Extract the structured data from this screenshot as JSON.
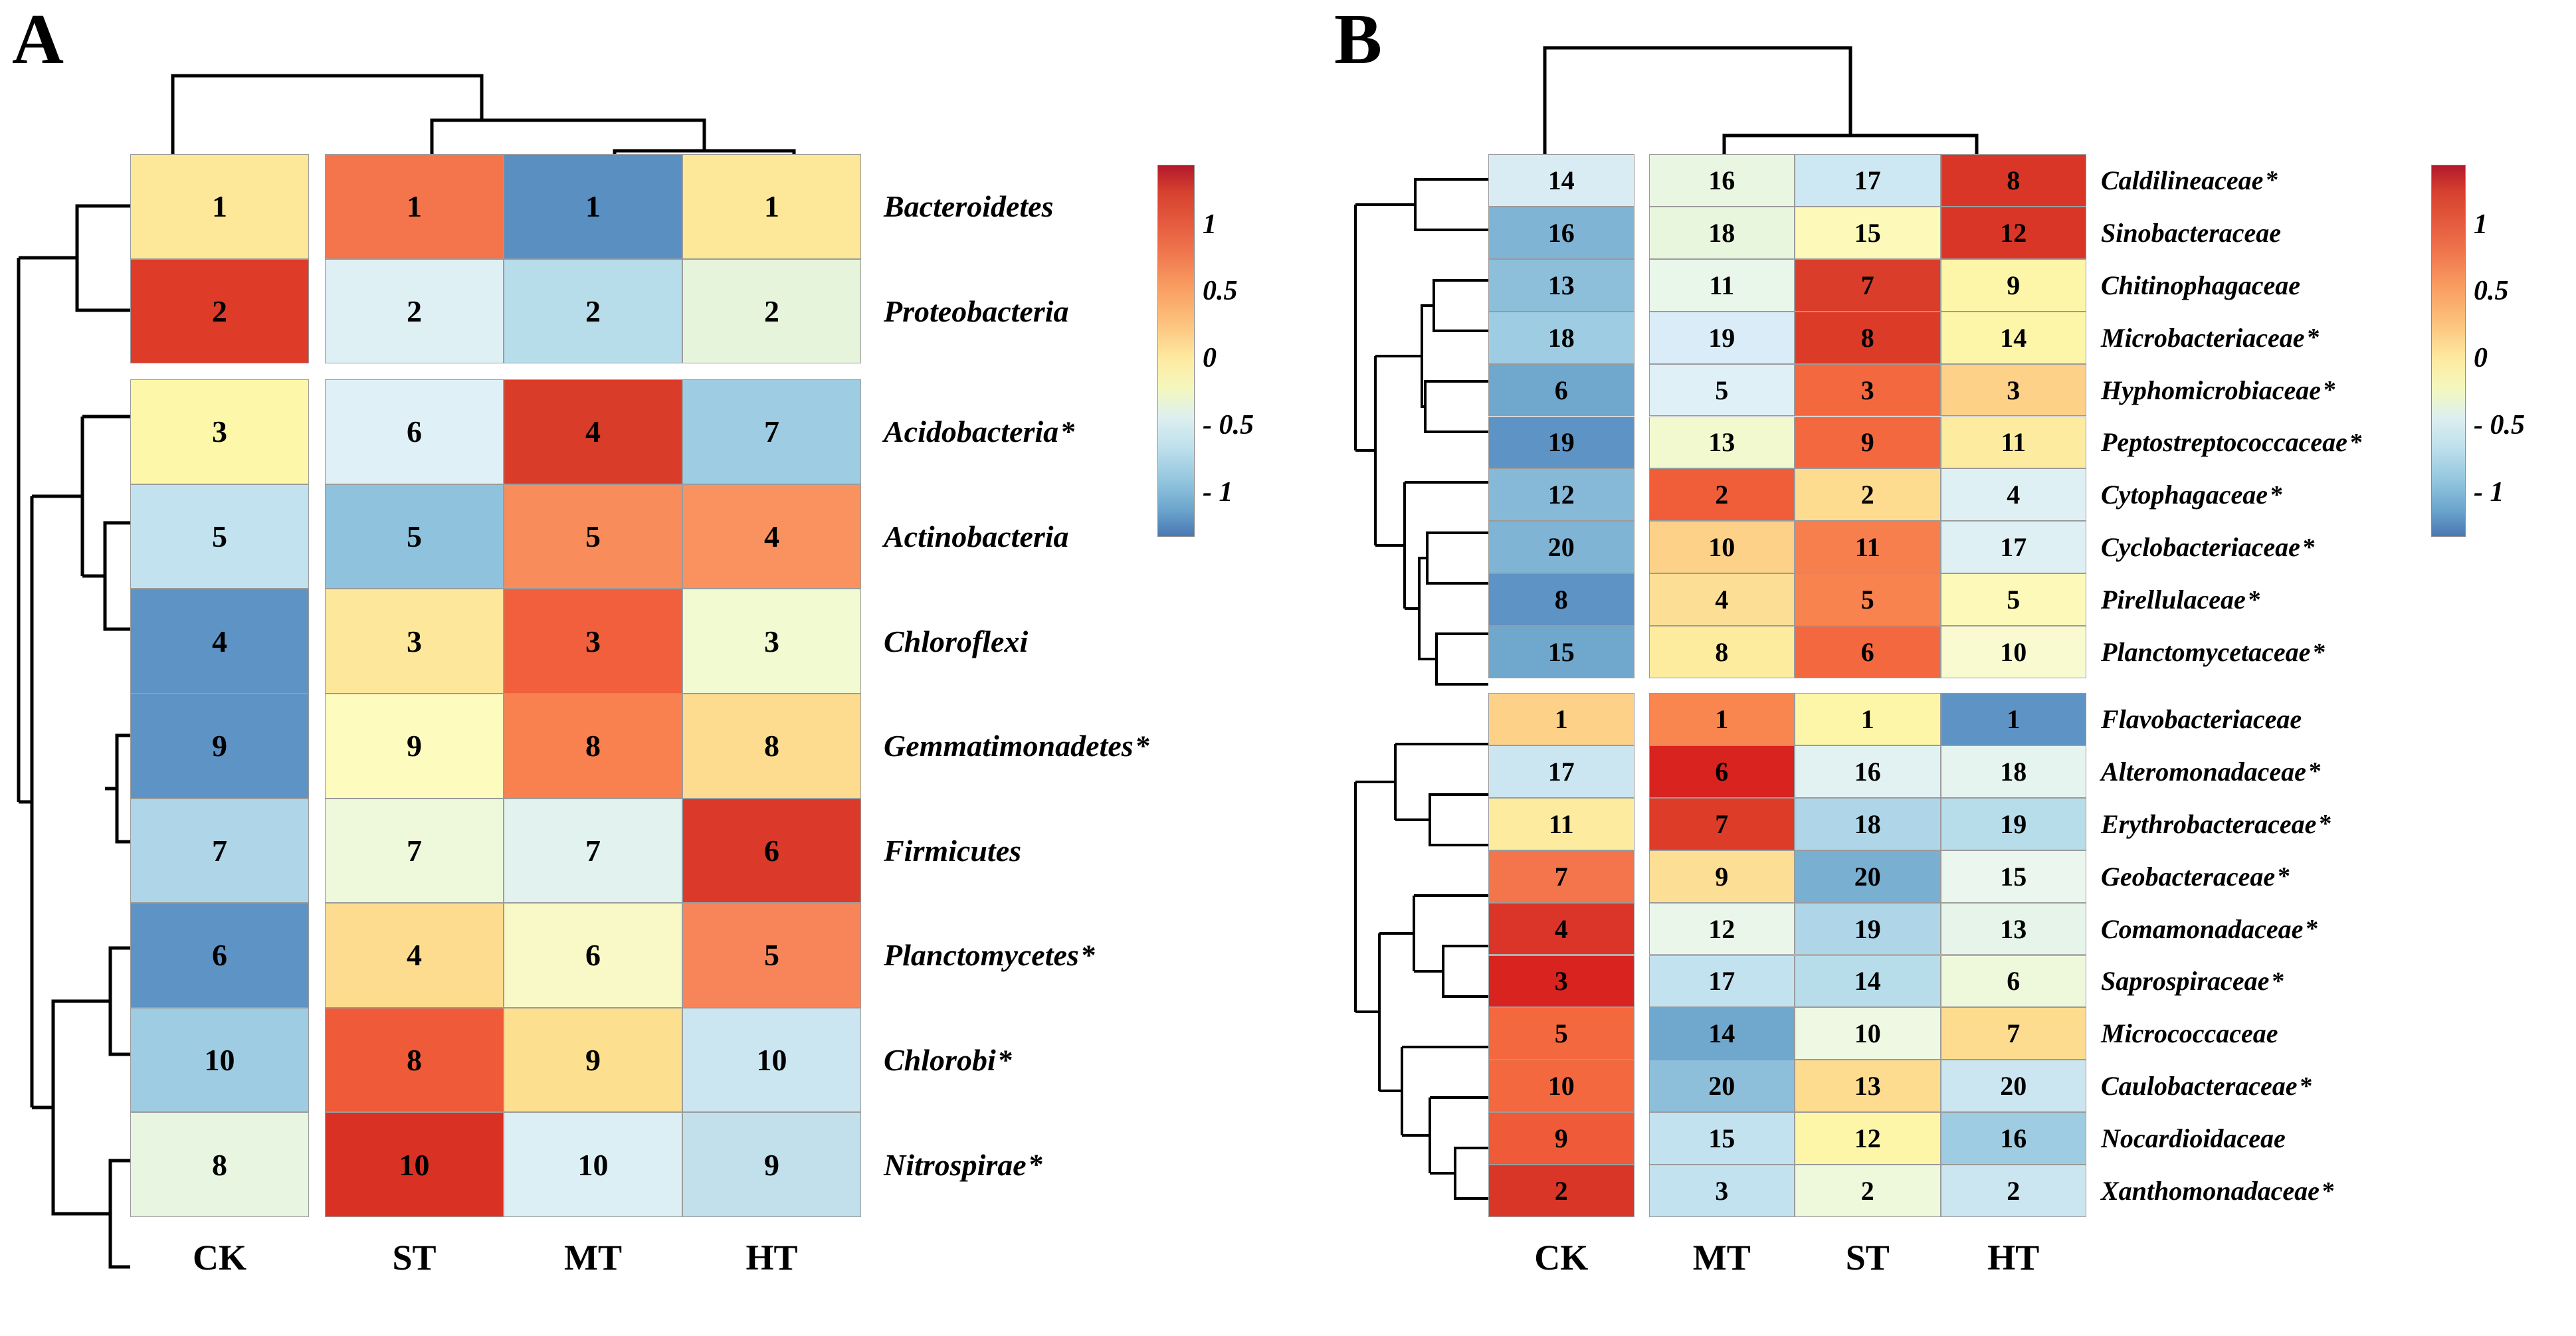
{
  "panels": [
    {
      "letter": "A",
      "columns": [
        "CK",
        "ST",
        "MT",
        "HT"
      ],
      "colorbar": {
        "ticks": [
          "1",
          "0.5",
          "0",
          "- 0.5",
          "- 1"
        ]
      },
      "rows": [
        {
          "label": "Bacteroidetes",
          "star": false,
          "values": [
            "1",
            "1",
            "1",
            "1"
          ],
          "colors": [
            "#fde89a",
            "#f4754c",
            "#5a8fc2",
            "#fde89a"
          ]
        },
        {
          "label": "Proteobacteria",
          "star": false,
          "values": [
            "2",
            "2",
            "2",
            "2"
          ],
          "colors": [
            "#de3b28",
            "#dff0f4",
            "#b7dcea",
            "#e7f4dc"
          ]
        },
        {
          "label": "Acidobacteria",
          "star": true,
          "values": [
            "3",
            "6",
            "4",
            "7"
          ],
          "colors": [
            "#fdf8a9",
            "#dff0f6",
            "#d93c28",
            "#9ecce2"
          ]
        },
        {
          "label": "Actinobacteria",
          "star": false,
          "values": [
            "5",
            "5",
            "5",
            "4"
          ],
          "colors": [
            "#c3e2ef",
            "#8fc3dd",
            "#f98c5b",
            "#f9925f"
          ]
        },
        {
          "label": "Chloroflexi",
          "star": false,
          "values": [
            "4",
            "3",
            "3",
            "3"
          ],
          "colors": [
            "#5e93c5",
            "#fde79a",
            "#f15f3c",
            "#f2fad2"
          ]
        },
        {
          "label": "Gemmatimonadetes",
          "star": true,
          "values": [
            "9",
            "9",
            "8",
            "8"
          ],
          "colors": [
            "#5e93c5",
            "#fdfbbe",
            "#f9804f",
            "#fddc90"
          ]
        },
        {
          "label": "Firmicutes",
          "star": false,
          "values": [
            "7",
            "7",
            "7",
            "6"
          ],
          "colors": [
            "#aed5e8",
            "#eef8da",
            "#e2f2ef",
            "#db392a"
          ]
        },
        {
          "label": "Planctomycetes",
          "star": true,
          "values": [
            "6",
            "4",
            "6",
            "5"
          ],
          "colors": [
            "#5e93c5",
            "#fddc90",
            "#f8f9c6",
            "#f8855a"
          ]
        },
        {
          "label": "Chlorobi",
          "star": true,
          "values": [
            "10",
            "8",
            "9",
            "10"
          ],
          "colors": [
            "#9ecce2",
            "#ef5a38",
            "#fde08f",
            "#cbe6f1"
          ]
        },
        {
          "label": "Nitrospirae",
          "star": true,
          "values": [
            "8",
            "10",
            "10",
            "9"
          ],
          "colors": [
            "#e8f5e1",
            "#d93225",
            "#dbeff4",
            "#c1e0ec"
          ]
        }
      ],
      "top_dendrogram": "((MT,HT),ST),CK",
      "left_dendrogram": "clustered"
    },
    {
      "letter": "B",
      "columns": [
        "CK",
        "MT",
        "ST",
        "HT"
      ],
      "colorbar": {
        "ticks": [
          "1",
          "0.5",
          "0",
          "- 0.5",
          "- 1"
        ]
      },
      "rows": [
        {
          "label": "Caldilineaceae",
          "star": true,
          "values": [
            "14",
            "16",
            "17",
            "8"
          ],
          "colors": [
            "#d9ecf4",
            "#e9f6e2",
            "#cde8f2",
            "#da3628"
          ]
        },
        {
          "label": "Sinobacteraceae",
          "star": false,
          "values": [
            "16",
            "18",
            "15",
            "12"
          ],
          "colors": [
            "#7fb4d5",
            "#e9f6de",
            "#fdfab9",
            "#da3628"
          ]
        },
        {
          "label": "Chitinophagaceae",
          "star": false,
          "values": [
            "13",
            "11",
            "7",
            "9"
          ],
          "colors": [
            "#8dbfdb",
            "#e9f6ea",
            "#db3d2b",
            "#fdf6a8"
          ]
        },
        {
          "label": "Microbacteriaceae",
          "star": true,
          "values": [
            "18",
            "19",
            "8",
            "14"
          ],
          "colors": [
            "#9ecce2",
            "#d9ecf7",
            "#dc3b28",
            "#fdf6a8"
          ]
        },
        {
          "label": "Hyphomicrobiaceae",
          "star": true,
          "values": [
            "6",
            "5",
            "3",
            "3"
          ],
          "colors": [
            "#6fa7cd",
            "#dff0f7",
            "#f4683f",
            "#fdd188"
          ]
        },
        {
          "label": "Peptostreptococcaceae",
          "star": true,
          "values": [
            "19",
            "13",
            "9",
            "11"
          ],
          "colors": [
            "#5e93c5",
            "#f2f9cf",
            "#f4683f",
            "#fdeca0"
          ]
        },
        {
          "label": "Cytophagaceae",
          "star": true,
          "values": [
            "12",
            "2",
            "2",
            "4"
          ],
          "colors": [
            "#86b8d8",
            "#f05e39",
            "#fddc90",
            "#dff0f4"
          ]
        },
        {
          "label": "Cyclobacteriaceae",
          "star": true,
          "values": [
            "20",
            "10",
            "11",
            "17"
          ],
          "colors": [
            "#7fb4d5",
            "#fdd188",
            "#f77f4d",
            "#dff0f4"
          ]
        },
        {
          "label": "Pirellulaceae",
          "star": true,
          "values": [
            "8",
            "4",
            "5",
            "5"
          ],
          "colors": [
            "#5e93c5",
            "#fdde95",
            "#f8834f",
            "#fdfab9"
          ]
        },
        {
          "label": "Planctomycetaceae",
          "star": true,
          "values": [
            "15",
            "8",
            "6",
            "10"
          ],
          "colors": [
            "#6fa7cd",
            "#fdec9e",
            "#f4683f",
            "#f9fad0"
          ]
        },
        {
          "label": "Flavobacteriaceae",
          "star": false,
          "values": [
            "1",
            "1",
            "1",
            "1"
          ],
          "colors": [
            "#fdd188",
            "#f9854f",
            "#fdf6a8",
            "#5e93c5"
          ]
        },
        {
          "label": "Alteromonadaceae",
          "star": true,
          "values": [
            "17",
            "6",
            "16",
            "18"
          ],
          "colors": [
            "#cbe6f1",
            "#d8231f",
            "#e2f2f2",
            "#e6f4ef"
          ]
        },
        {
          "label": "Erythrobacteraceae",
          "star": true,
          "values": [
            "11",
            "7",
            "18",
            "19"
          ],
          "colors": [
            "#fdeca0",
            "#dd3c29",
            "#afd6e8",
            "#b7dcea"
          ]
        },
        {
          "label": "Geobacteraceae",
          "star": true,
          "values": [
            "7",
            "9",
            "20",
            "15"
          ],
          "colors": [
            "#f4754c",
            "#fdde95",
            "#79afd1",
            "#eaf6ee"
          ]
        },
        {
          "label": "Comamonadaceae",
          "star": true,
          "values": [
            "4",
            "12",
            "19",
            "13"
          ],
          "colors": [
            "#db3429",
            "#eaf6ea",
            "#aed5e8",
            "#e6f4ea"
          ]
        },
        {
          "label": "Saprospiraceae",
          "star": true,
          "values": [
            "3",
            "17",
            "14",
            "6"
          ],
          "colors": [
            "#d8231f",
            "#c3e2ef",
            "#b7dcea",
            "#eef8da"
          ]
        },
        {
          "label": "Micrococcaceae",
          "star": false,
          "values": [
            "5",
            "14",
            "10",
            "7"
          ],
          "colors": [
            "#f4683f",
            "#6fa7cd",
            "#eef8e2",
            "#fddc90"
          ]
        },
        {
          "label": "Caulobacteraceae",
          "star": true,
          "values": [
            "10",
            "20",
            "13",
            "20"
          ],
          "colors": [
            "#f4683f",
            "#8dbfdb",
            "#fddc90",
            "#cbe6f1"
          ]
        },
        {
          "label": "Nocardioidaceae",
          "star": false,
          "values": [
            "9",
            "15",
            "12",
            "16"
          ],
          "colors": [
            "#ef5a38",
            "#c3e2ef",
            "#fdf6a8",
            "#9ecce2"
          ]
        },
        {
          "label": "Xanthomonadaceae",
          "star": true,
          "values": [
            "2",
            "3",
            "2",
            "2"
          ],
          "colors": [
            "#da3628",
            "#c3e2ef",
            "#eef8da",
            "#cbe6f1"
          ]
        }
      ],
      "top_dendrogram": "((ST,HT),MT),CK",
      "left_dendrogram": "clustered"
    }
  ],
  "chart_data": {
    "type": "heatmap",
    "title": "",
    "colormap": "RdYlBu reversed",
    "zlim": [
      -1,
      1
    ],
    "colorbar_ticks": [
      1,
      0.5,
      0,
      -0.5,
      -1
    ],
    "panels": [
      {
        "id": "A",
        "level": "phylum",
        "columns": [
          "CK",
          "ST",
          "MT",
          "HT"
        ],
        "rows": [
          "Bacteroidetes",
          "Proteobacteria",
          "Acidobacteria",
          "Actinobacteria",
          "Chloroflexi",
          "Gemmatimonadetes",
          "Firmicutes",
          "Planctomycetes",
          "Chlorobi",
          "Nitrospirae"
        ],
        "significant_rows": [
          "Acidobacteria",
          "Gemmatimonadetes",
          "Planctomycetes",
          "Chlorobi",
          "Nitrospirae"
        ],
        "cell_rank_labels": [
          [
            1,
            1,
            1,
            1
          ],
          [
            2,
            2,
            2,
            2
          ],
          [
            3,
            6,
            4,
            7
          ],
          [
            5,
            5,
            5,
            4
          ],
          [
            4,
            3,
            3,
            3
          ],
          [
            9,
            9,
            8,
            8
          ],
          [
            7,
            7,
            7,
            6
          ],
          [
            6,
            4,
            6,
            5
          ],
          [
            10,
            8,
            9,
            10
          ],
          [
            8,
            10,
            10,
            9
          ]
        ],
        "z_values_estimated": [
          [
            0.15,
            0.75,
            -0.85,
            0.15
          ],
          [
            1.0,
            -0.25,
            -0.55,
            -0.15
          ],
          [
            0.1,
            -0.3,
            1.0,
            -0.7
          ],
          [
            -0.6,
            -0.8,
            0.65,
            0.65
          ],
          [
            -0.9,
            0.2,
            0.95,
            -0.05
          ],
          [
            -0.9,
            0.0,
            0.7,
            0.35
          ],
          [
            -0.7,
            -0.1,
            -0.2,
            1.0
          ],
          [
            -0.9,
            0.35,
            0.05,
            0.7
          ],
          [
            -0.7,
            0.9,
            0.3,
            -0.6
          ],
          [
            -0.2,
            1.0,
            -0.3,
            -0.6
          ]
        ],
        "top_dendrogram_newick": "(CK,(ST,(MT,HT)));",
        "left_dendrogram_newick": "((Bacteroidetes,Proteobacteria),((Acidobacteria,(Actinobacteria,(Chloroflexi,Gemmatimonadetes))),((Firmicutes,Planctomycetes),(Chlorobi,Nitrospirae))));"
      },
      {
        "id": "B",
        "level": "family",
        "columns": [
          "CK",
          "MT",
          "ST",
          "HT"
        ],
        "rows": [
          "Caldilineaceae",
          "Sinobacteraceae",
          "Chitinophagaceae",
          "Microbacteriaceae",
          "Hyphomicrobiaceae",
          "Peptostreptococcaceae",
          "Cytophagaceae",
          "Cyclobacteriaceae",
          "Pirellulaceae",
          "Planctomycetaceae",
          "Flavobacteriaceae",
          "Alteromonadaceae",
          "Erythrobacteraceae",
          "Geobacteraceae",
          "Comamonadaceae",
          "Saprospiraceae",
          "Micrococcaceae",
          "Caulobacteraceae",
          "Nocardioidaceae",
          "Xanthomonadaceae"
        ],
        "significant_rows": [
          "Caldilineaceae",
          "Microbacteriaceae",
          "Hyphomicrobiaceae",
          "Peptostreptococcaceae",
          "Cytophagaceae",
          "Cyclobacteriaceae",
          "Pirellulaceae",
          "Planctomycetaceae",
          "Alteromonadaceae",
          "Erythrobacteraceae",
          "Geobacteraceae",
          "Comamonadaceae",
          "Saprospiraceae",
          "Caulobacteraceae",
          "Xanthomonadaceae"
        ],
        "cell_rank_labels": [
          [
            14,
            16,
            17,
            8
          ],
          [
            16,
            18,
            15,
            12
          ],
          [
            13,
            11,
            7,
            9
          ],
          [
            18,
            19,
            8,
            14
          ],
          [
            6,
            5,
            3,
            3
          ],
          [
            19,
            13,
            9,
            11
          ],
          [
            12,
            2,
            2,
            4
          ],
          [
            20,
            10,
            11,
            17
          ],
          [
            8,
            4,
            5,
            5
          ],
          [
            15,
            8,
            6,
            10
          ],
          [
            1,
            1,
            1,
            1
          ],
          [
            17,
            6,
            16,
            18
          ],
          [
            11,
            7,
            18,
            19
          ],
          [
            7,
            9,
            20,
            15
          ],
          [
            4,
            12,
            19,
            13
          ],
          [
            3,
            17,
            14,
            6
          ],
          [
            5,
            14,
            10,
            7
          ],
          [
            10,
            20,
            13,
            20
          ],
          [
            9,
            15,
            12,
            16
          ],
          [
            2,
            3,
            2,
            2
          ]
        ],
        "z_values_estimated": [
          [
            -0.5,
            -0.1,
            -0.6,
            0.95
          ],
          [
            -0.75,
            -0.1,
            0.1,
            0.95
          ],
          [
            -0.7,
            -0.05,
            0.9,
            0.2
          ],
          [
            -0.65,
            -0.5,
            0.9,
            0.2
          ],
          [
            -0.8,
            -0.45,
            0.8,
            0.5
          ],
          [
            -0.9,
            -0.05,
            0.8,
            0.15
          ],
          [
            -0.72,
            0.85,
            0.35,
            -0.45
          ],
          [
            -0.75,
            0.5,
            0.7,
            -0.45
          ],
          [
            -0.9,
            0.45,
            0.7,
            0.1
          ],
          [
            -0.8,
            0.15,
            0.8,
            0.0
          ],
          [
            0.5,
            0.7,
            0.2,
            -0.9
          ],
          [
            -0.6,
            1.0,
            -0.25,
            -0.2
          ],
          [
            0.15,
            0.95,
            -0.65,
            -0.6
          ],
          [
            0.75,
            0.45,
            -0.78,
            -0.1
          ],
          [
            0.95,
            -0.05,
            -0.7,
            -0.05
          ],
          [
            1.0,
            -0.6,
            -0.6,
            0.0
          ],
          [
            0.8,
            -0.8,
            -0.05,
            0.5
          ],
          [
            0.8,
            -0.7,
            0.5,
            -0.6
          ],
          [
            0.9,
            -0.6,
            0.2,
            -0.7
          ],
          [
            0.95,
            -0.6,
            0.0,
            -0.6
          ]
        ],
        "top_dendrogram_newick": "(CK,(MT,(ST,HT)));",
        "left_dendrogram_newick": "(((Caldilineaceae,Sinobacteraceae),((Chitinophagaceae,(Microbacteriaceae,Hyphomicrobiaceae)),(Peptostreptococcaceae,((Cytophagaceae,Cyclobacteriaceae),(Pirellulaceae,Planctomycetaceae))))),((Flavobacteriaceae,(Alteromonadaceae,Erythrobacteraceae)),((Geobacteraceae,(Comamonadaceae,Saprospiraceae)),(Micrococcaceae,(Caulobacteraceae,(Nocardioidaceae,Xanthomonadaceae))))));"
      }
    ]
  }
}
